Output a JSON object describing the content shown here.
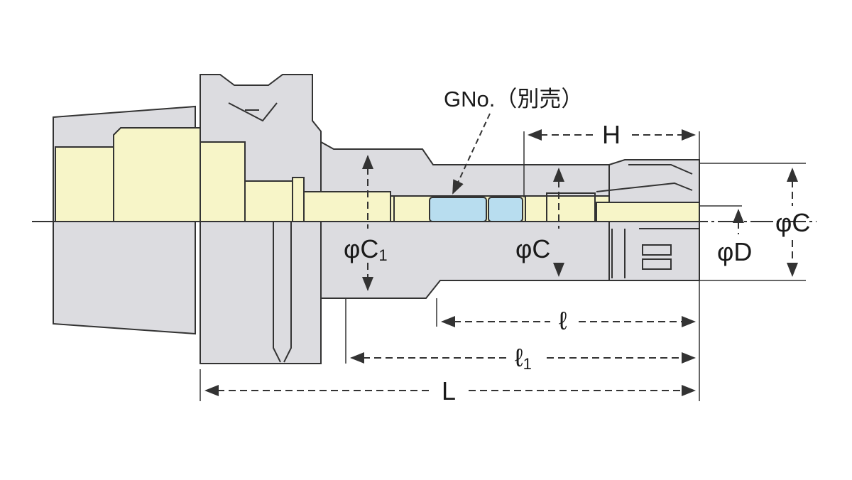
{
  "diagram": {
    "labels": {
      "gno": "GNo.（別売）",
      "h": "H",
      "phi_c_right": "φC",
      "phi_d": "φD",
      "phi_c_mid": "φC",
      "phi_c1_main": "φC",
      "phi_c1_sub": "1",
      "l_small": "ℓ",
      "l1_main": "ℓ",
      "l1_sub": "1",
      "l_total": "L"
    },
    "colors": {
      "outline": "#333333",
      "body_fill": "#dcdce0",
      "taper_fill": "#f7f5c8",
      "insert_fill": "#b8ddef",
      "centerline": "#333333"
    }
  }
}
